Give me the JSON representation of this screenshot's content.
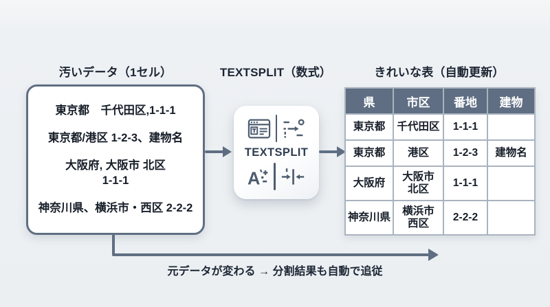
{
  "titles": {
    "dirty": "汚いデータ（1セル）",
    "formula": "TEXTSPLIT（数式）",
    "clean": "きれいな表（自動更新）"
  },
  "dirty_box": {
    "rows": [
      "東京都　千代田区,1-1-1",
      "東京都/港区 1-2-3、建物名",
      "大阪府, 大阪市 北区\n1-1-1",
      "神奈川県、横浜市・西区 2-2-2"
    ]
  },
  "function_card": {
    "label": "TEXTSPLIT",
    "icons": [
      "text-window-icon",
      "split-scatter-icon",
      "letter-adjust-icon",
      "merge-center-icon"
    ]
  },
  "result_table": {
    "headers": [
      "県",
      "市区",
      "番地",
      "建物"
    ],
    "rows": [
      [
        "東京都",
        "千代田区",
        "1-1-1",
        ""
      ],
      [
        "東京都",
        "港区",
        "1-2-3",
        "建物名"
      ],
      [
        "大阪府",
        "大阪市\n北区",
        "1-1-1",
        ""
      ],
      [
        "神奈川県",
        "横浜市\n西区",
        "2-2-2",
        ""
      ]
    ]
  },
  "footer": {
    "caption": "元データが変わる → 分割結果も自動で追従"
  },
  "colors": {
    "accent": "#5f6e82",
    "table_header_bg": "#5f6e82",
    "table_border": "#a9b3bf",
    "box_background": "#ffffff",
    "page_background": "#edf0f3",
    "text": "#1c2533"
  }
}
